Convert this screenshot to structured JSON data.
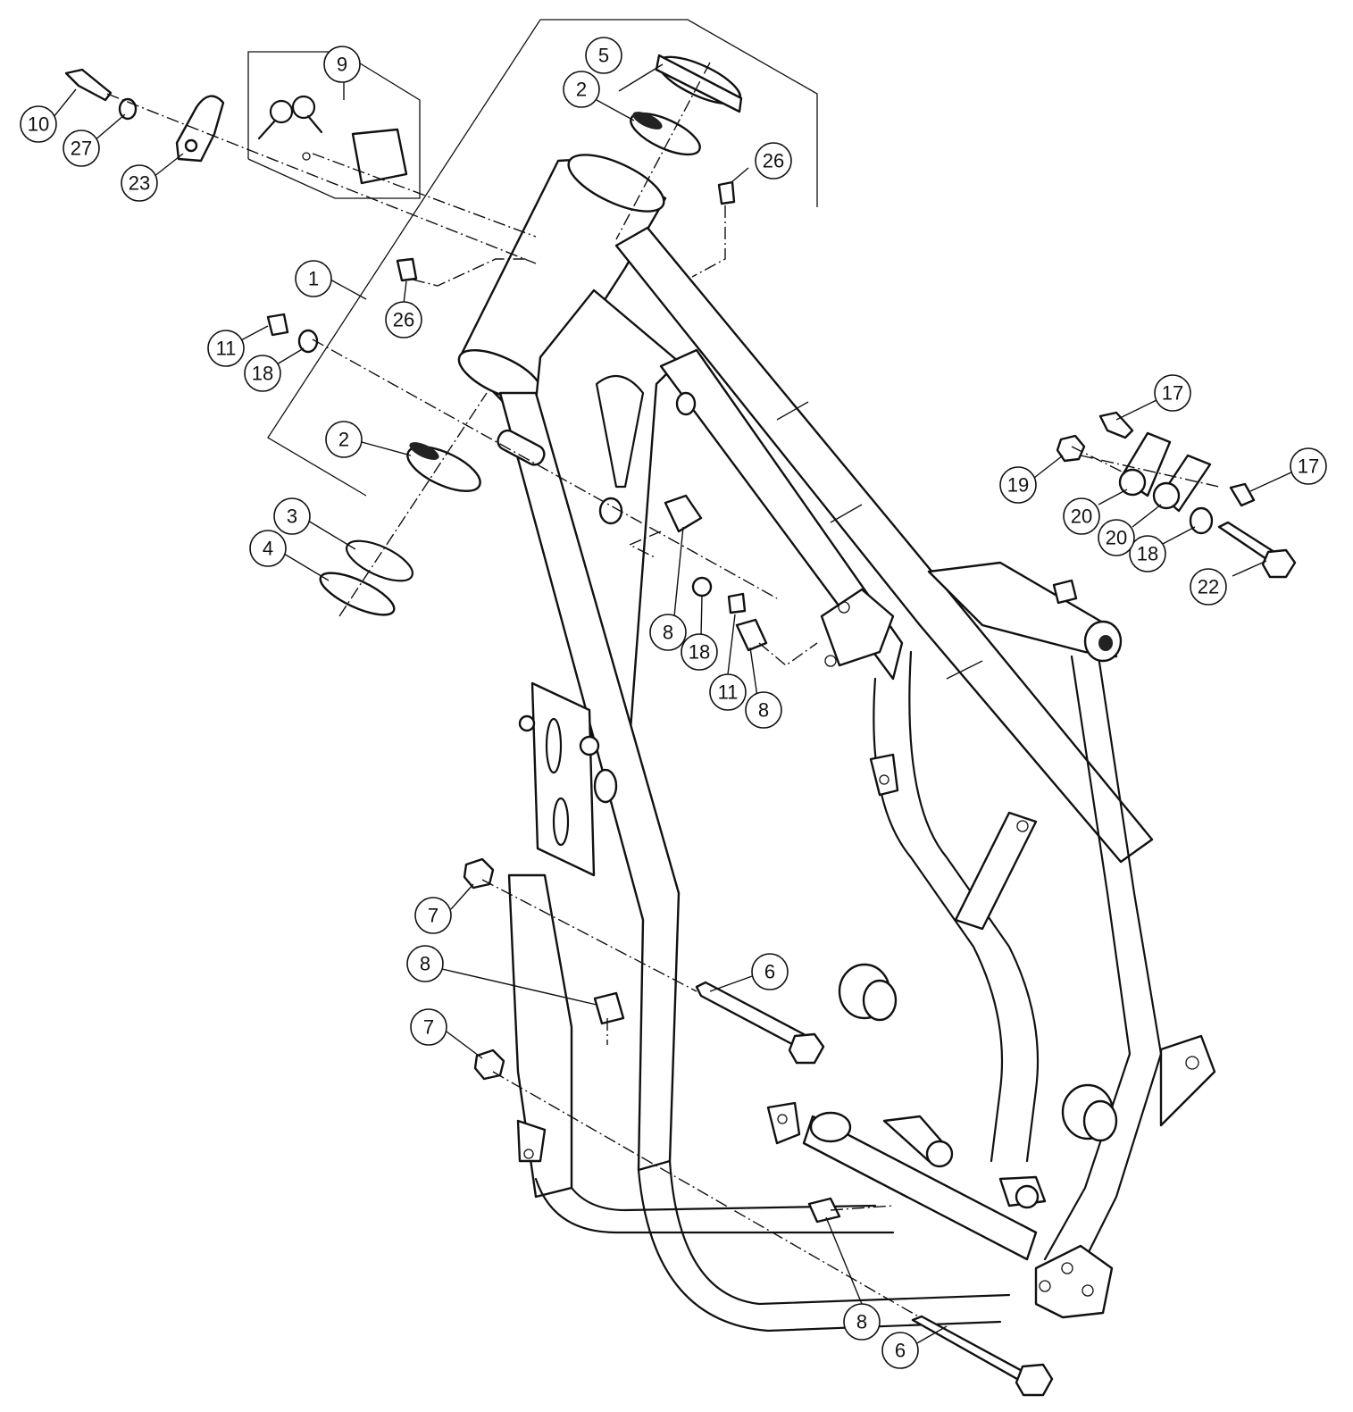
{
  "diagram": {
    "colors": {
      "line": "#111111",
      "background": "#ffffff"
    },
    "callouts": [
      {
        "id": "c1",
        "label": "1"
      },
      {
        "id": "c2a",
        "label": "2"
      },
      {
        "id": "c2b",
        "label": "2"
      },
      {
        "id": "c3",
        "label": "3"
      },
      {
        "id": "c4",
        "label": "4"
      },
      {
        "id": "c5",
        "label": "5"
      },
      {
        "id": "c6a",
        "label": "6"
      },
      {
        "id": "c6b",
        "label": "6"
      },
      {
        "id": "c7a",
        "label": "7"
      },
      {
        "id": "c7b",
        "label": "7"
      },
      {
        "id": "c8a",
        "label": "8"
      },
      {
        "id": "c8b",
        "label": "8"
      },
      {
        "id": "c8c",
        "label": "8"
      },
      {
        "id": "c8d",
        "label": "8"
      },
      {
        "id": "c9",
        "label": "9"
      },
      {
        "id": "c10",
        "label": "10"
      },
      {
        "id": "c11a",
        "label": "11"
      },
      {
        "id": "c11b",
        "label": "11"
      },
      {
        "id": "c17a",
        "label": "17"
      },
      {
        "id": "c17b",
        "label": "17"
      },
      {
        "id": "c18a",
        "label": "18"
      },
      {
        "id": "c18b",
        "label": "18"
      },
      {
        "id": "c18c",
        "label": "18"
      },
      {
        "id": "c19",
        "label": "19"
      },
      {
        "id": "c20a",
        "label": "20"
      },
      {
        "id": "c20b",
        "label": "20"
      },
      {
        "id": "c22",
        "label": "22"
      },
      {
        "id": "c23",
        "label": "23"
      },
      {
        "id": "c26a",
        "label": "26"
      },
      {
        "id": "c26b",
        "label": "26"
      },
      {
        "id": "c27",
        "label": "27"
      }
    ]
  }
}
